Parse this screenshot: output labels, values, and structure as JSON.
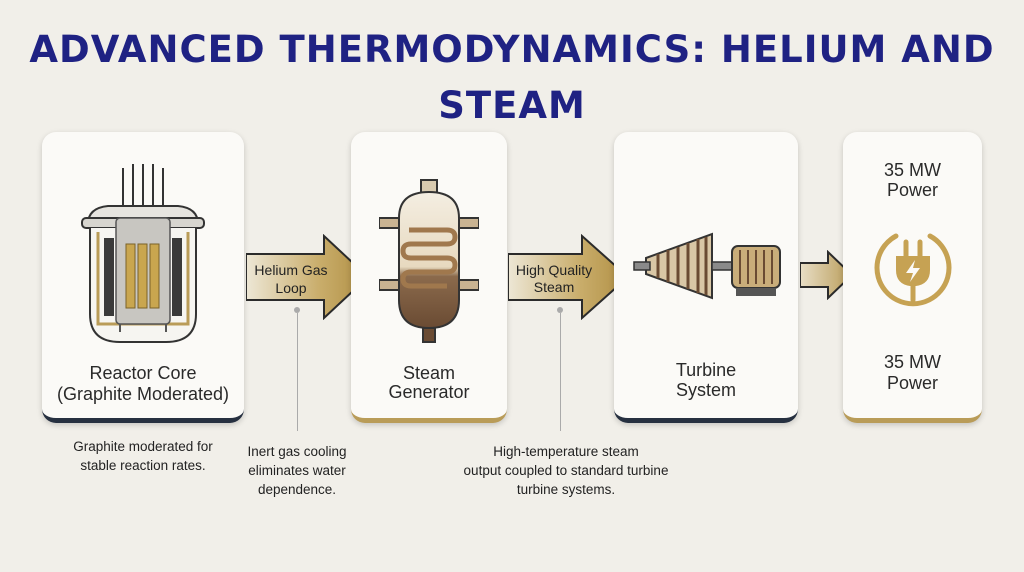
{
  "title": "ADVANCED THERMODYNAMICS: HELIUM AND STEAM",
  "colors": {
    "title": "#1f2283",
    "gold": "#b99c58",
    "card_border_dark": "#263040",
    "background": "#f1efe9"
  },
  "stages": [
    {
      "icon": "reactor-core-icon",
      "label_line1": "Reactor Core",
      "label_line2": "(Graphite Moderated)"
    },
    {
      "icon": "steam-generator-icon",
      "label_line1": "Steam",
      "label_line2": "Generator"
    },
    {
      "icon": "turbine-icon",
      "label_line1": "Turbine",
      "label_line2": "System"
    },
    {
      "icon": "power-plug-icon",
      "top_line1": "35 MW",
      "top_line2": "Power",
      "label_line1": "35 MW",
      "label_line2": "Power"
    }
  ],
  "arrows": [
    {
      "label_line1": "Helium Gas",
      "label_line2": "Loop"
    },
    {
      "label_line1": "High Quality",
      "label_line2": "Steam"
    }
  ],
  "notes": [
    {
      "line1": "Graphite moderated for",
      "line2": "stable reaction rates."
    },
    {
      "line1": "Inert gas cooling",
      "line2": "eliminates water",
      "line3": "dependence."
    },
    {
      "line1": "High-temperature steam",
      "line2": "output coupled to standard turbine",
      "line3": "turbine systems."
    }
  ]
}
